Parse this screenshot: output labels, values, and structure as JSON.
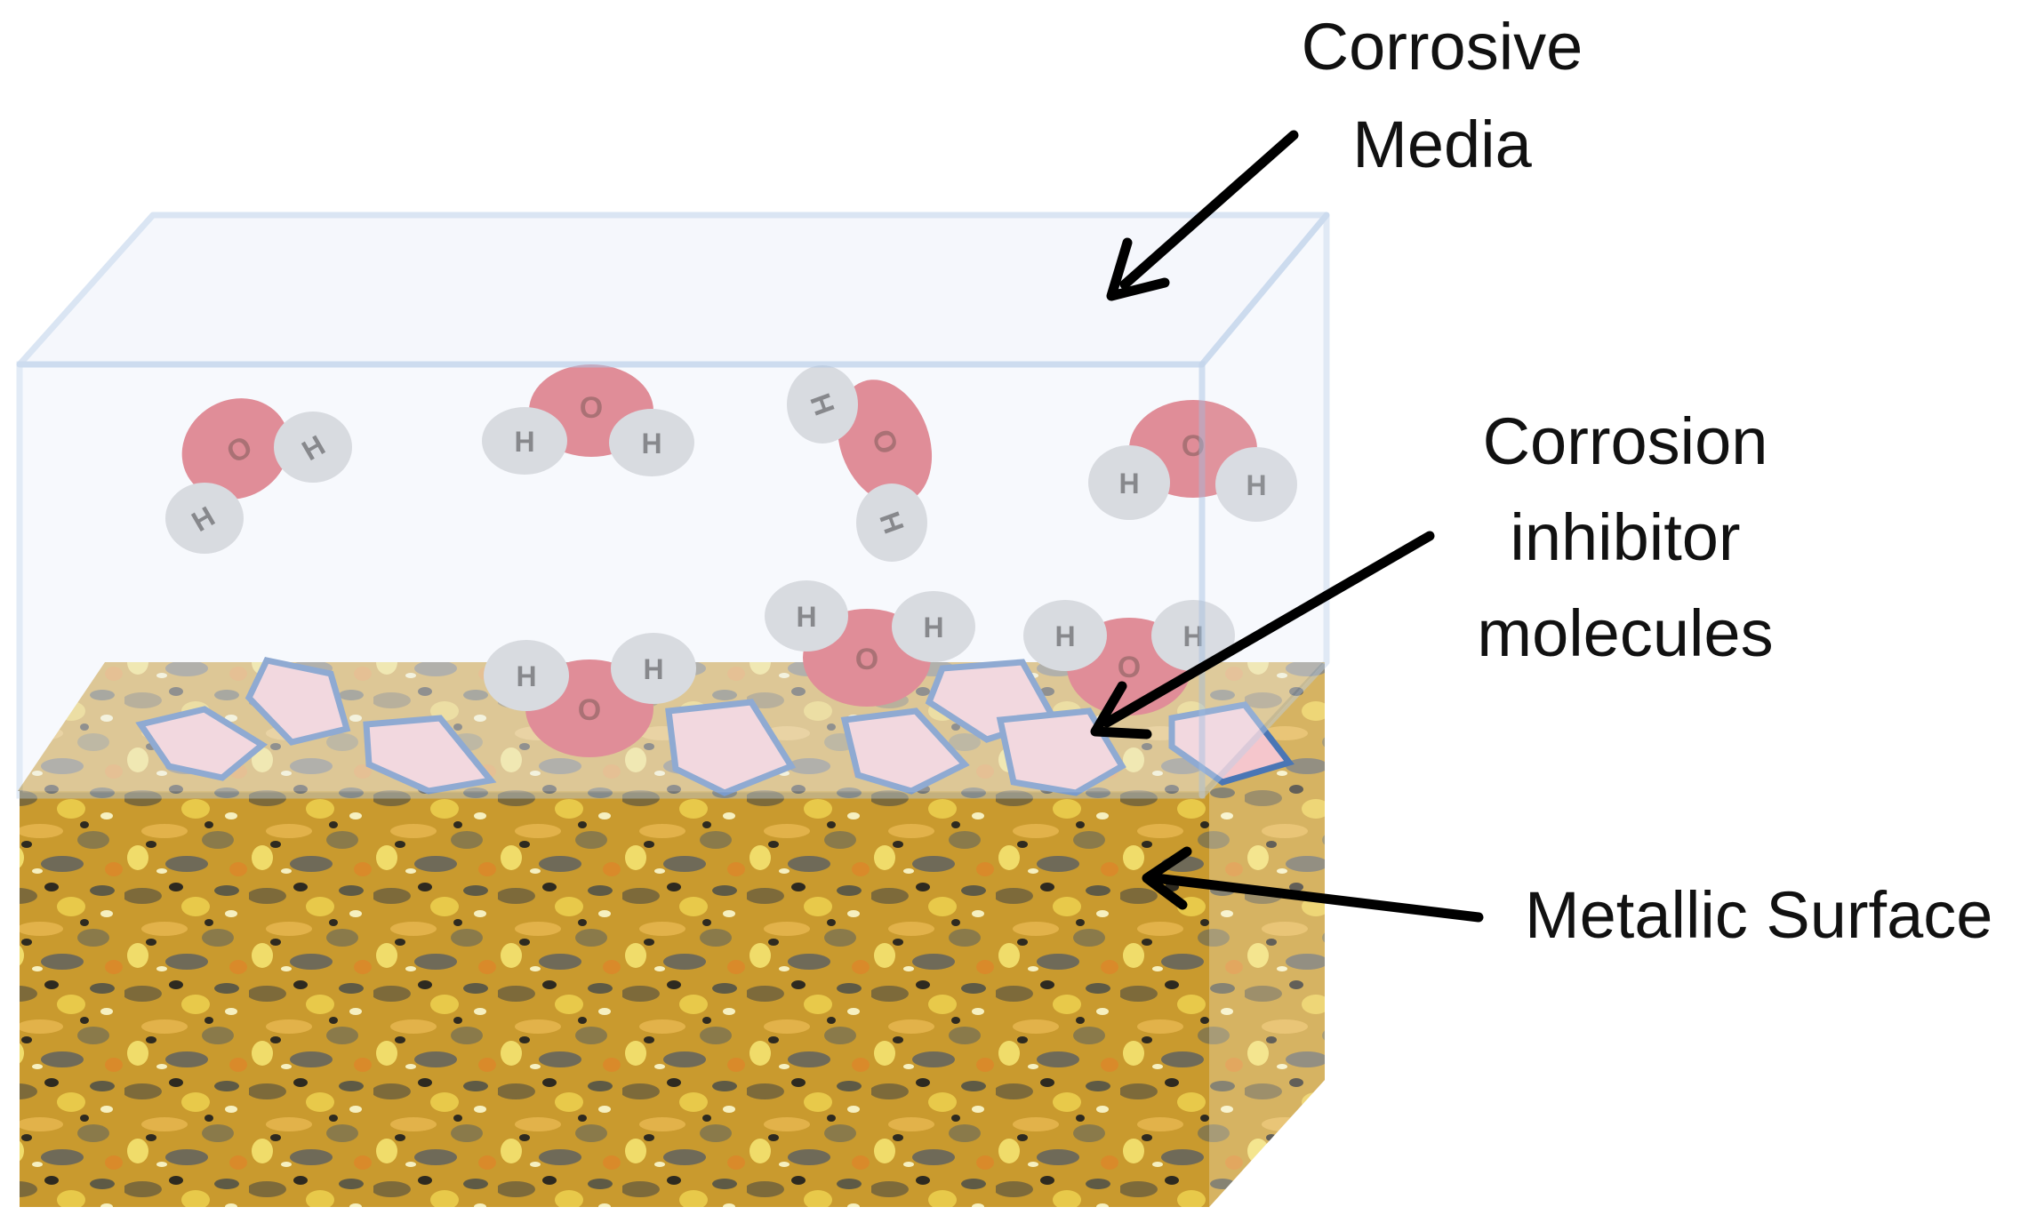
{
  "labels": {
    "corrosive_media": [
      "Corrosive",
      "Media"
    ],
    "corrosion_inhibitor": [
      "Corrosion",
      "inhibitor",
      "molecules"
    ],
    "metallic_surface": "Metallic Surface"
  },
  "atoms": {
    "oxygen": "O",
    "hydrogen": "H"
  },
  "colors": {
    "oxygen": "#d64550",
    "hydrogen": "#c9cbce",
    "inhibitor_fill": "#f5c6cc",
    "inhibitor_stroke": "#4a76b5",
    "box_edge": "#bcd0ea",
    "medium": "#eef2fb",
    "metal": "#c99a2e",
    "arrow": "#000000"
  }
}
